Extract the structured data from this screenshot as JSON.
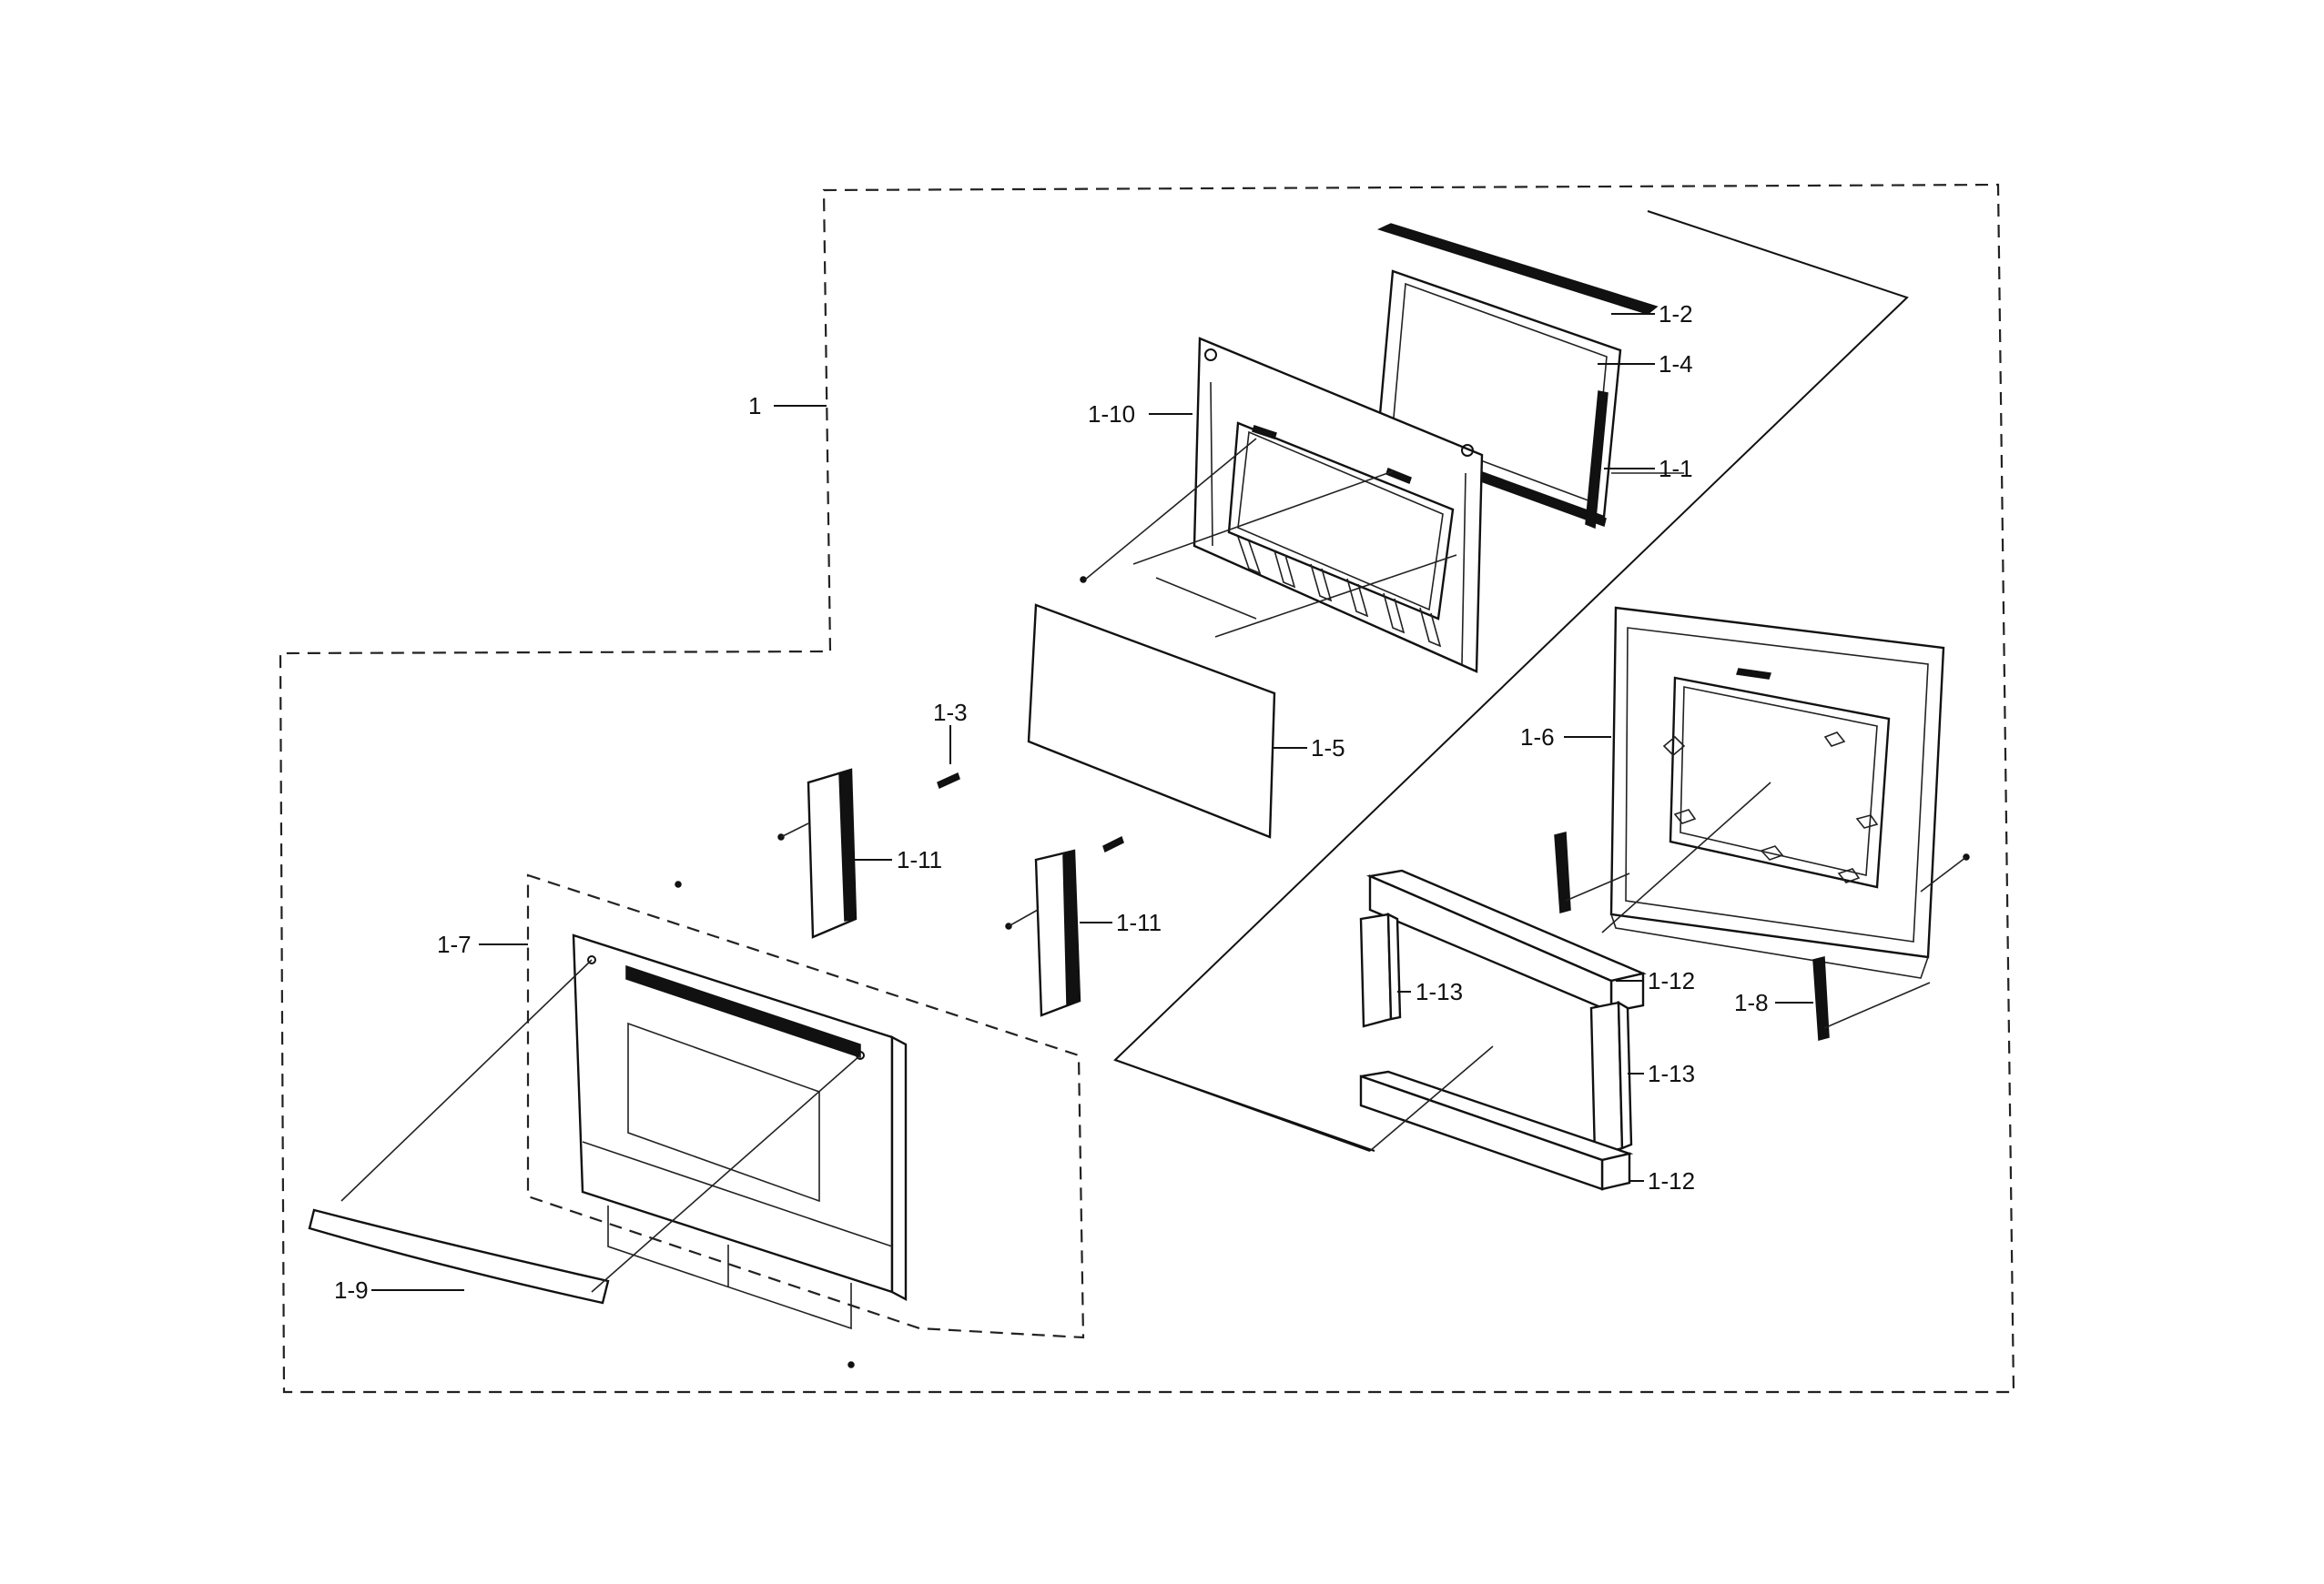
{
  "callouts": {
    "c1": "1",
    "c1_1": "1-1",
    "c1_2": "1-2",
    "c1_3": "1-3",
    "c1_4": "1-4",
    "c1_5": "1-5",
    "c1_6": "1-6",
    "c1_7": "1-7",
    "c1_8": "1-8",
    "c1_9": "1-9",
    "c1_10": "1-10",
    "c1_11a": "1-11",
    "c1_11b": "1-11",
    "c1_12a": "1-12",
    "c1_12b": "1-12",
    "c1_13a": "1-13",
    "c1_13b": "1-13"
  },
  "colors": {
    "line": "#111111",
    "background": "#ffffff"
  }
}
